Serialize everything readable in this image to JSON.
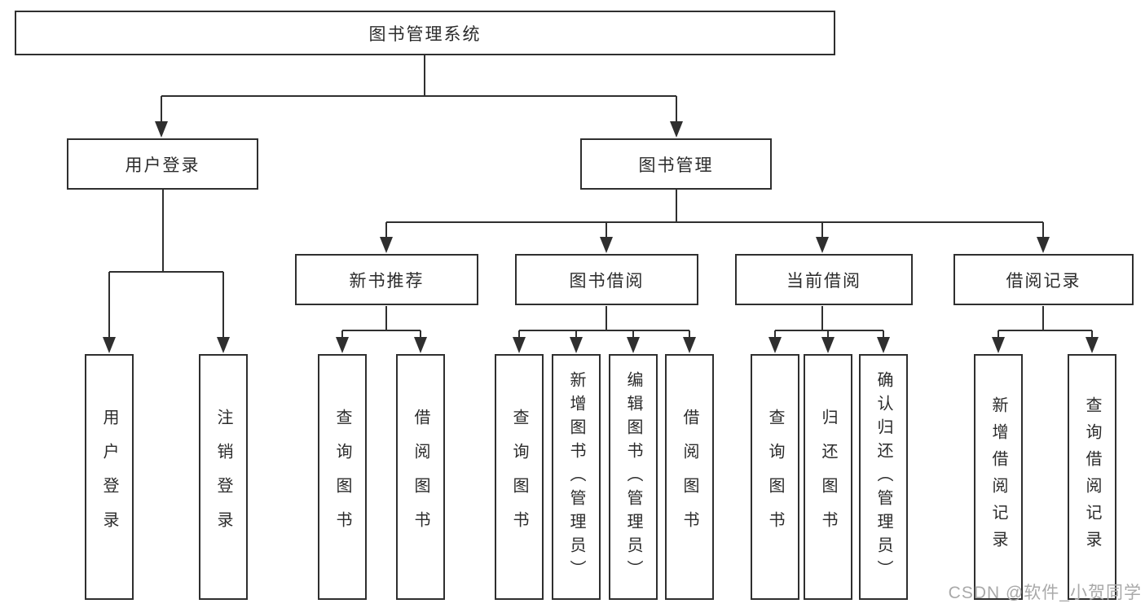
{
  "diagram": {
    "root": "图书管理系统",
    "level2": {
      "user_login": "用户登录",
      "book_management": "图书管理"
    },
    "level3": {
      "new_book_recommend": "新书推荐",
      "book_borrowing": "图书借阅",
      "current_borrowing": "当前借阅",
      "borrowing_records": "借阅记录"
    },
    "leaves": {
      "user_login": [
        "用户登录",
        "注销登录"
      ],
      "new_book_recommend": [
        "查询图书",
        "借阅图书"
      ],
      "book_borrowing": [
        "查询图书",
        "新增图书（管理员）",
        "编辑图书（管理员）",
        "借阅图书"
      ],
      "current_borrowing": [
        "查询图书",
        "归还图书",
        "确认归还（管理员）"
      ],
      "borrowing_records": [
        "新增借阅记录",
        "查询借阅记录"
      ]
    }
  },
  "watermark": "CSDN @软件_小贺同学",
  "colors": {
    "line": "#2f2f2f",
    "text": "#2b2b2b",
    "watermark_gray": "#a9a9a9",
    "background": "#ffffff"
  }
}
